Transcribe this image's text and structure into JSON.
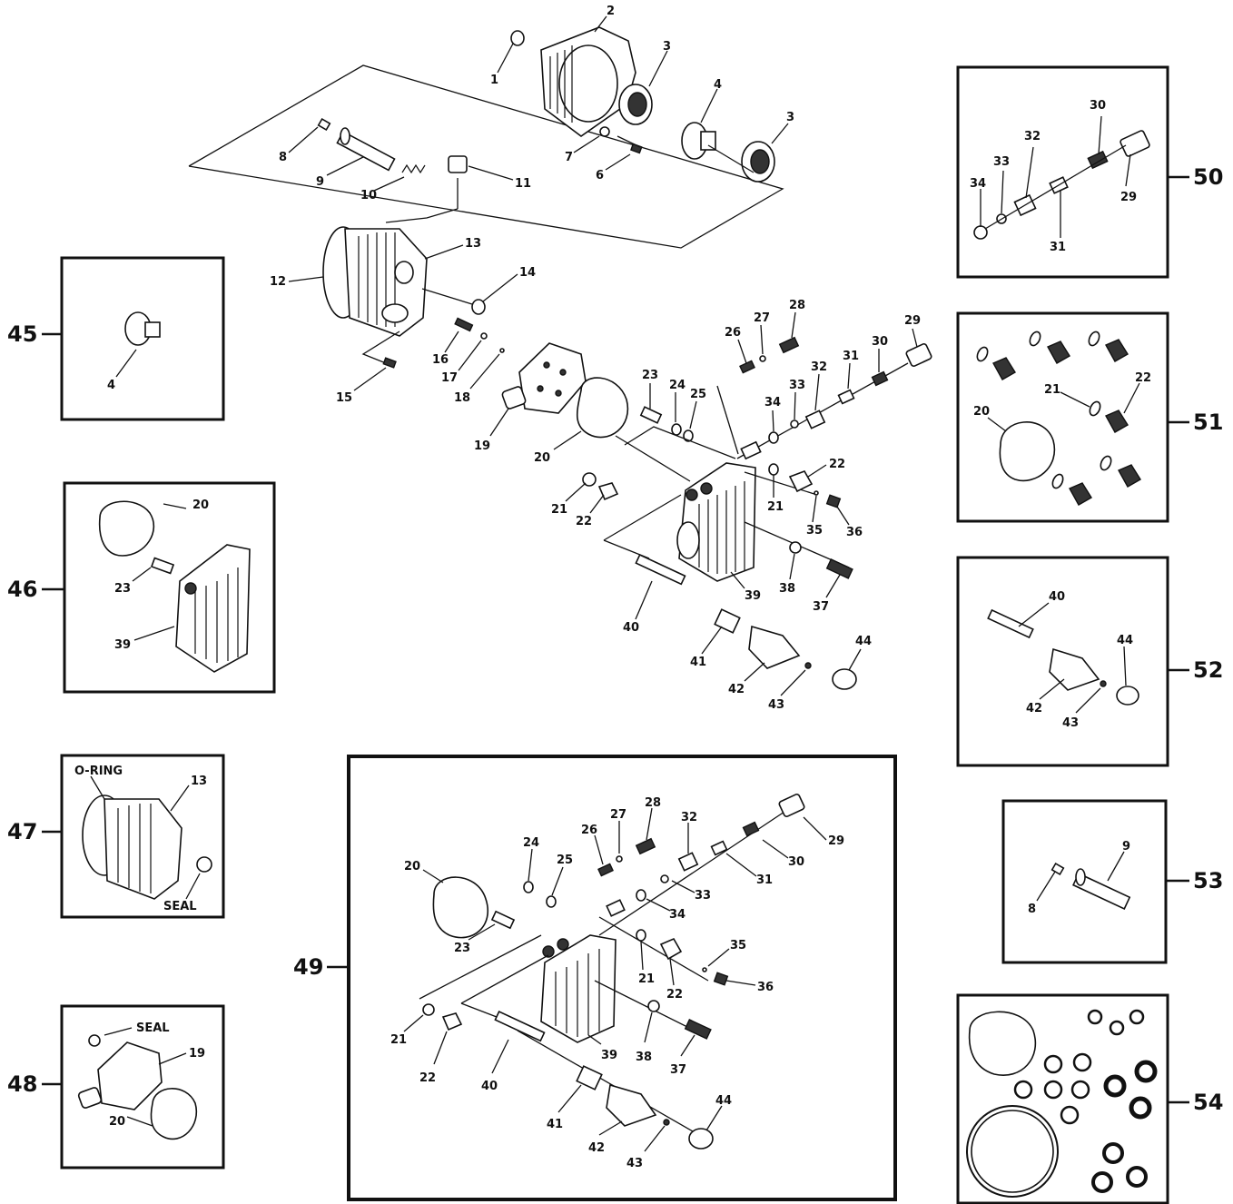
{
  "labels": {
    "main": [
      "1",
      "2",
      "3",
      "4",
      "3",
      "7",
      "6",
      "8",
      "9",
      "10",
      "11",
      "12",
      "13",
      "14",
      "16",
      "17",
      "18",
      "15",
      "19",
      "20",
      "23",
      "24",
      "25",
      "26",
      "27",
      "28",
      "29",
      "30",
      "31",
      "32",
      "33",
      "34",
      "21",
      "22",
      "21",
      "22",
      "35",
      "36",
      "38",
      "37",
      "39",
      "40",
      "41",
      "42",
      "43",
      "44"
    ],
    "box45": [
      "4"
    ],
    "box46": [
      "20",
      "23",
      "39"
    ],
    "box47": [
      "O-RING",
      "13",
      "SEAL"
    ],
    "box48": [
      "SEAL",
      "19",
      "20"
    ],
    "box49": [
      "24",
      "25",
      "26",
      "27",
      "28",
      "32",
      "29",
      "20",
      "30",
      "31",
      "33",
      "34",
      "35",
      "23",
      "21",
      "22",
      "36",
      "21",
      "22",
      "38",
      "39",
      "37",
      "40",
      "41",
      "42",
      "43",
      "44"
    ],
    "box50": [
      "30",
      "32",
      "33",
      "34",
      "29",
      "31"
    ],
    "box51": [
      "22",
      "21",
      "20"
    ],
    "box52": [
      "40",
      "44",
      "42",
      "43"
    ],
    "box53": [
      "9",
      "8"
    ]
  },
  "kits": [
    "45",
    "46",
    "47",
    "48",
    "49",
    "50",
    "51",
    "52",
    "53",
    "54"
  ]
}
